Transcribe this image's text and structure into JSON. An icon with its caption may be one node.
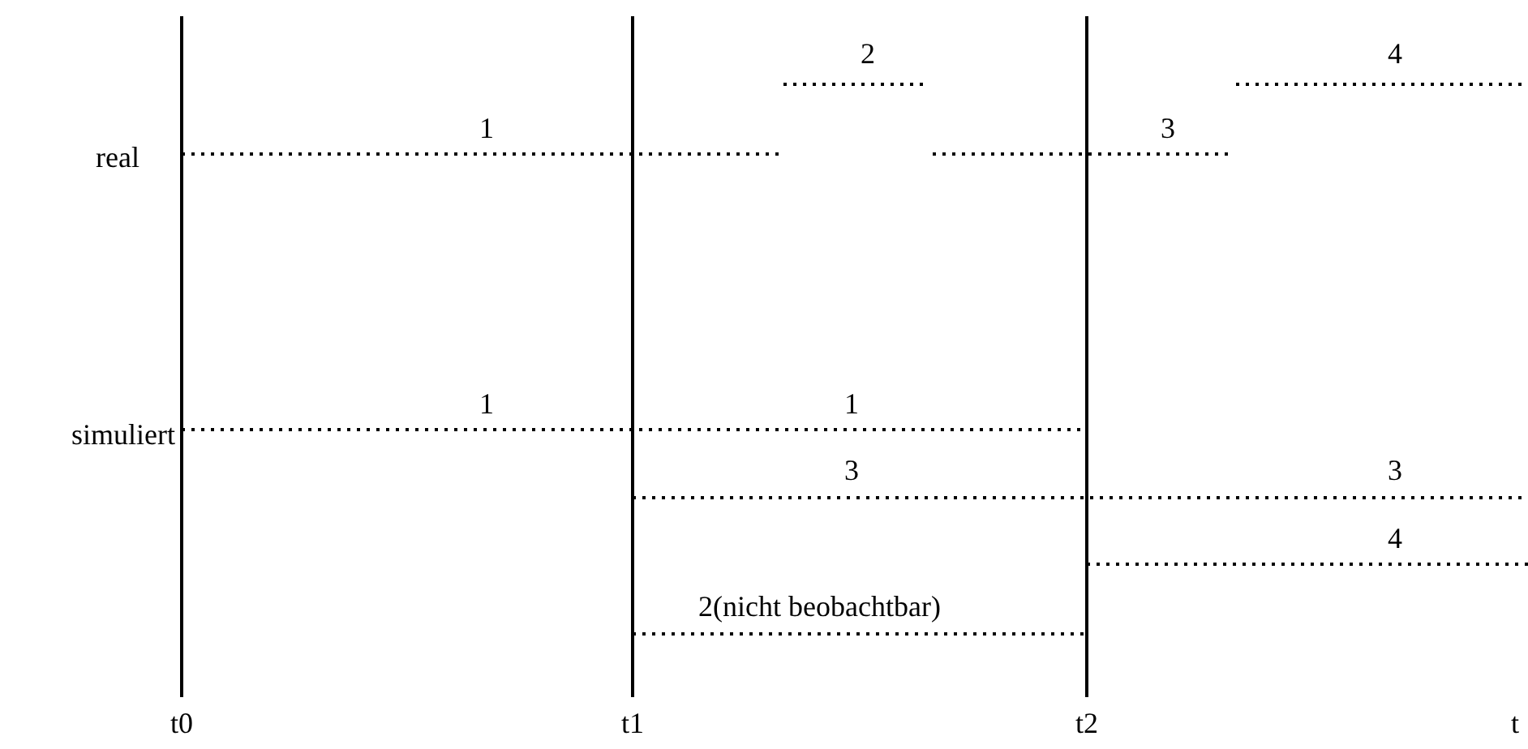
{
  "diagram": {
    "labels": [
      "2",
      "4",
      "1",
      "3",
      "real",
      "1",
      "1",
      "simuliert",
      "3",
      "3",
      "4",
      "2(nicht beobachtbar)",
      "t0",
      "t1",
      "t2",
      "t"
    ]
  }
}
